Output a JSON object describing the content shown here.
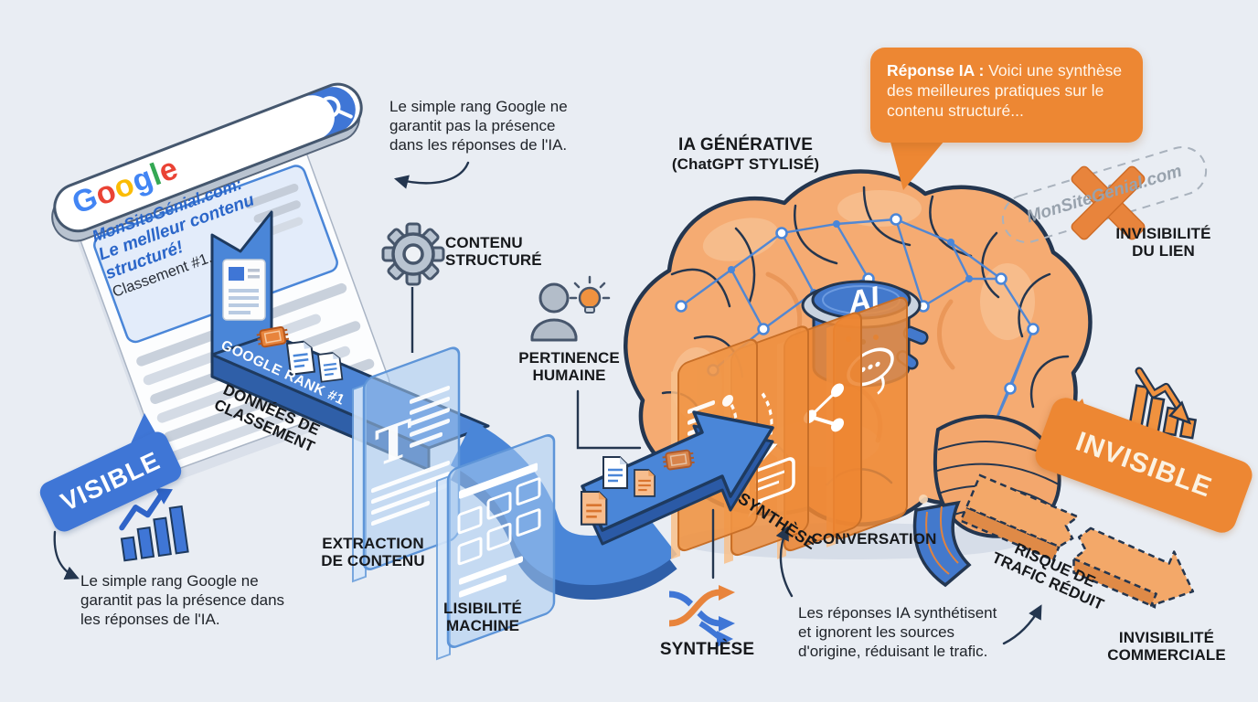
{
  "palette": {
    "background": "#e9edf3",
    "blue": "#3f76d6",
    "blue_mid": "#4a86d8",
    "blue_dark": "#2c5aa5",
    "orange": "#ed8733",
    "orange_deep": "#e07a2a",
    "ink": "#24364f",
    "text_dark": "#17191c",
    "grey": "#98a2ad",
    "google_blue": "#4285F4",
    "google_red": "#EA4335",
    "google_yellow": "#FBBC05",
    "google_green": "#34A853"
  },
  "browser": {
    "logo": "Google",
    "logo_colors": [
      "#4285F4",
      "#EA4335",
      "#FBBC05",
      "#4285F4",
      "#34A853",
      "#EA4335"
    ],
    "result_site": "MonSiteGénial.com:",
    "result_title": "Le mellleur contenu structuré!",
    "result_rank": "Classement #1.",
    "search_icon": "magnifier-icon"
  },
  "annotations": {
    "top": "Le simple rang Google ne\ngarantit pas la présence\ndans les réponses de l'IA.",
    "bottom_left": "Le simple rang Google ne\ngarantit pas la présence dans\nles réponses de l'IA.",
    "bottom_right": "Les réponses IA synthétisent\net ignorent les sources\nd'origine, réduisant le trafic."
  },
  "pipeline": {
    "conveyor": "GOOGLE RANK #1",
    "stage_ranking": "DONNÉES DE\nCLASSEMENT",
    "stage_extraction": "EXTRACTION\nDE CONTENU",
    "stage_readability": "LISIBILITÉ\nMACHINE",
    "structured": "CONTENU\nSTRUCTURÉ",
    "human": "PERTINENCE\nHUMAINE"
  },
  "ai": {
    "title": "IA GÉNÉRATIVE",
    "subtitle": "(ChatGPT STYLISÉ)",
    "chip": "AI",
    "bubble_lead": "Réponse IA :",
    "bubble_body": " Voici une synthèse des meilleures pratiques sur le contenu structuré...",
    "panel_synthesis": "SYNTHÈSE",
    "panel_conversation": "CONVERSATION",
    "icon_synthesis": "SYNTHÈSE"
  },
  "outcomes": {
    "visible": "VISIBLE",
    "invisible": "INVISIBLE",
    "crossed_link": "MonSiteGénial.com",
    "link_invisibility": "INVISIBILITÉ\nDU LIEN",
    "traffic_risk": "RISQUE DE\nTRAFIC RÉDUIT",
    "commercial": "INVISIBILITÉ\nCOMMERCIALE"
  }
}
